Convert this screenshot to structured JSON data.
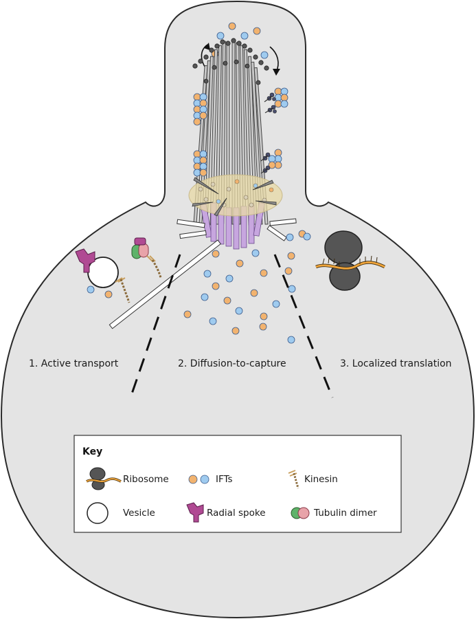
{
  "labels": {
    "mechanism_1": "1. Active transport",
    "mechanism_2": "2. Diffusion-to-capture",
    "mechanism_3": "3. Localized translation"
  },
  "key": {
    "title": "Key",
    "items": {
      "ribosome": "Ribosome",
      "ifts": "IFTs",
      "kinesin": "Kinesin",
      "vesicle": "Vesicle",
      "radial_spoke": "Radial spoke",
      "tubulin_dimer": "Tubulin dimer"
    }
  },
  "colors": {
    "cell_fill": "#e4e4e4",
    "ift_orange": "#f2b36f",
    "ift_blue": "#9fcbef",
    "radial_spoke": "#b04a93",
    "tubulin_green": "#5fb36a",
    "tubulin_pink": "#e8a3a9",
    "basal_body": "#c7a6df",
    "transition_zone": "#e8d9a6",
    "mrna": "#f0a53a",
    "ribosome": "#555555"
  },
  "icons": [
    "ribosome-icon",
    "ift-icon",
    "kinesin-icon",
    "vesicle-icon",
    "radial-spoke-icon",
    "tubulin-dimer-icon"
  ]
}
